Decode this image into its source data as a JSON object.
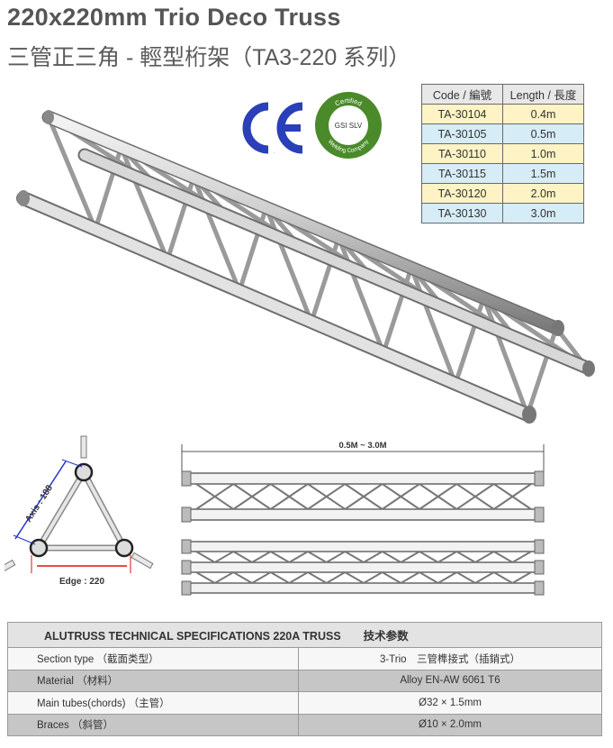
{
  "header": {
    "title": "220x220mm Trio Deco Truss",
    "subtitle": "三管正三角 - 輕型桁架（TA3-220 系列）"
  },
  "codes_table": {
    "headers": [
      "Code / 編號",
      "Length / 長度"
    ],
    "rows": [
      {
        "code": "TA-30104",
        "length": "0.4m"
      },
      {
        "code": "TA-30105",
        "length": "0.5m"
      },
      {
        "code": "TA-30110",
        "length": "1.0m"
      },
      {
        "code": "TA-30115",
        "length": "1.5m"
      },
      {
        "code": "TA-30120",
        "length": "2.0m"
      },
      {
        "code": "TA-30130",
        "length": "3.0m"
      }
    ]
  },
  "certifications": {
    "ce_mark": "CE",
    "badge_top": "Certified",
    "badge_center": "GSI SLV",
    "badge_bottom": "Welding Company",
    "badge_color": "#4a8a2a"
  },
  "diagram": {
    "axis_label": "Axis : 188",
    "edge_label": "Edge : 220",
    "length_label": "0.5M ~ 3.0M",
    "dimension_color": "#2233cc",
    "edge_color": "#dd1111"
  },
  "spec_table": {
    "title": "ALUTRUSS TECHNICAL SPECIFICATIONS 220A TRUSS　　技术参数",
    "rows": [
      {
        "label": "Section type （截面类型）",
        "value": "3-Trio　三管榫接式（插銷式）"
      },
      {
        "label": "Material （材料）",
        "value": "Alloy EN-AW 6061 T6"
      },
      {
        "label": "Main tubes(chords) （主管）",
        "value": "Ø32 × 1.5mm"
      },
      {
        "label": "Braces （斜管）",
        "value": "Ø10 × 2.0mm"
      }
    ]
  }
}
